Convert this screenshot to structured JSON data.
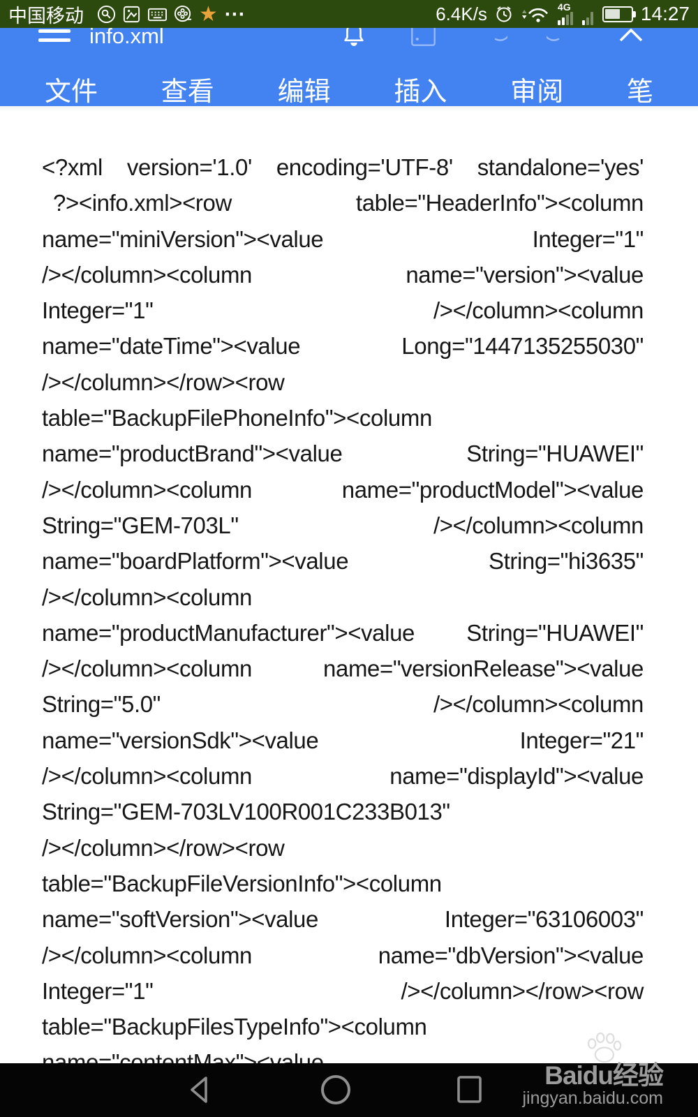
{
  "colors": {
    "status_bar_bg": "#2c490e",
    "header_bg": "#4382f1",
    "nav_bar_bg": "#050505",
    "doc_text": "#161616",
    "watermark": "#9c9c9c",
    "star": "#e8a33b"
  },
  "status_bar": {
    "carrier": "中国移动",
    "left_icons": [
      "search-circle-icon",
      "gallery-icon",
      "keyboard-icon",
      "media-reel-icon",
      "star-icon",
      "more-dots-icon"
    ],
    "star_glyph": "★",
    "more_glyph": "⋯",
    "net_speed": "6.4K/s",
    "sim1_badge": "4G",
    "right_icons": [
      "alarm-clock-icon",
      "wifi-icon",
      "signal-bars-sim1",
      "signal-bars-sim2",
      "battery-icon"
    ],
    "time": "14:27"
  },
  "header": {
    "title": "info.xml",
    "icons": [
      "menu-icon",
      "bell-icon",
      "save-icon",
      "undo-icon",
      "redo-icon",
      "collapse-icon"
    ],
    "tabs": [
      "文件",
      "查看",
      "编辑",
      "插入",
      "审阅",
      "笔"
    ]
  },
  "document": {
    "filename": "info.xml",
    "lines": [
      {
        "t": "<?xml version='1.0' encoding='UTF-8' standalone='yes'"
      },
      {
        "t": "?><info.xml><row table=\"HeaderInfo\"><column",
        "cls": "indent"
      },
      {
        "t": "name=\"miniVersion\"><value Integer=\"1\""
      },
      {
        "t": "/></column><column name=\"version\"><value"
      },
      {
        "t": "Integer=\"1\" /></column><column"
      },
      {
        "t": "name=\"dateTime\"><value Long=\"1447135255030\""
      },
      {
        "t": "/></column></row><row"
      },
      {
        "t": "table=\"BackupFilePhoneInfo\"><column"
      },
      {
        "t": "name=\"productBrand\"><value String=\"HUAWEI\""
      },
      {
        "t": "/></column><column name=\"productModel\"><value"
      },
      {
        "t": "String=\"GEM-703L\" /></column><column"
      },
      {
        "t": "name=\"boardPlatform\"><value String=\"hi3635\""
      },
      {
        "t": "/></column><column"
      },
      {
        "t": "name=\"productManufacturer\"><value String=\"HUAWEI\""
      },
      {
        "t": "/></column><column name=\"versionRelease\"><value"
      },
      {
        "t": "String=\"5.0\" /></column><column"
      },
      {
        "t": "name=\"versionSdk\"><value Integer=\"21\""
      },
      {
        "t": "/></column><column name=\"displayId\"><value"
      },
      {
        "t": "String=\"GEM-703LV100R001C233B013\""
      },
      {
        "t": "/></column></row><row"
      },
      {
        "t": "table=\"BackupFileVersionInfo\"><column"
      },
      {
        "t": "name=\"softVersion\"><value Integer=\"63106003\""
      },
      {
        "t": "/></column><column name=\"dbVersion\"><value"
      },
      {
        "t": "Integer=\"1\" /></column></row><row"
      },
      {
        "t": "table=\"BackupFilesTypeInfo\"><column"
      },
      {
        "t": "name=\"contentMax\"><value"
      }
    ]
  },
  "nav_bar": {
    "icons": [
      "back-icon",
      "home-icon",
      "recent-apps-icon"
    ]
  },
  "watermark": {
    "logo": "Baidu经验",
    "url": "jingyan.baidu.com",
    "icon": "paw-icon"
  }
}
